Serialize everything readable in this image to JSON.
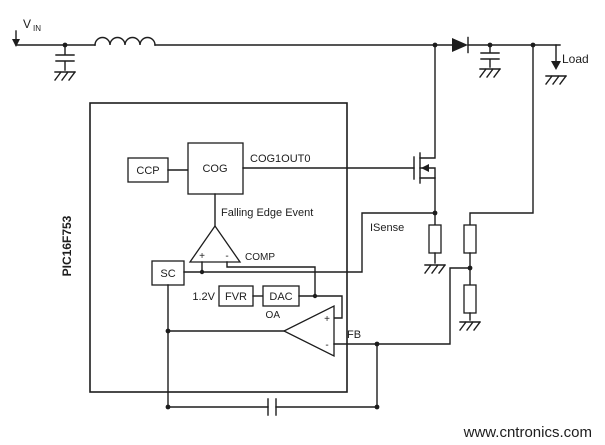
{
  "schematic": {
    "input": {
      "voltage_label": "V",
      "voltage_subscript": "IN"
    },
    "output": {
      "load_label": "Load"
    },
    "mcu": {
      "part_number": "PIC16F753",
      "blocks": {
        "ccp": "CCP",
        "cog": "COG",
        "sc": "SC",
        "fvr": "FVR",
        "dac": "DAC",
        "comparator": "COMP",
        "opamp": "OA"
      },
      "reference_voltage": "1.2V",
      "plus": "+",
      "minus": "-"
    },
    "nets": {
      "cog_output": "COG1OUT0",
      "falling_edge_event": "Falling Edge Event",
      "feedback": "FB",
      "current_sense": "ISense"
    },
    "watermark": {
      "text": "www.cntronics.com",
      "color": "#8dc63f"
    },
    "colors": {
      "wire": "#1d1d1d",
      "background": "#ffffff"
    }
  }
}
